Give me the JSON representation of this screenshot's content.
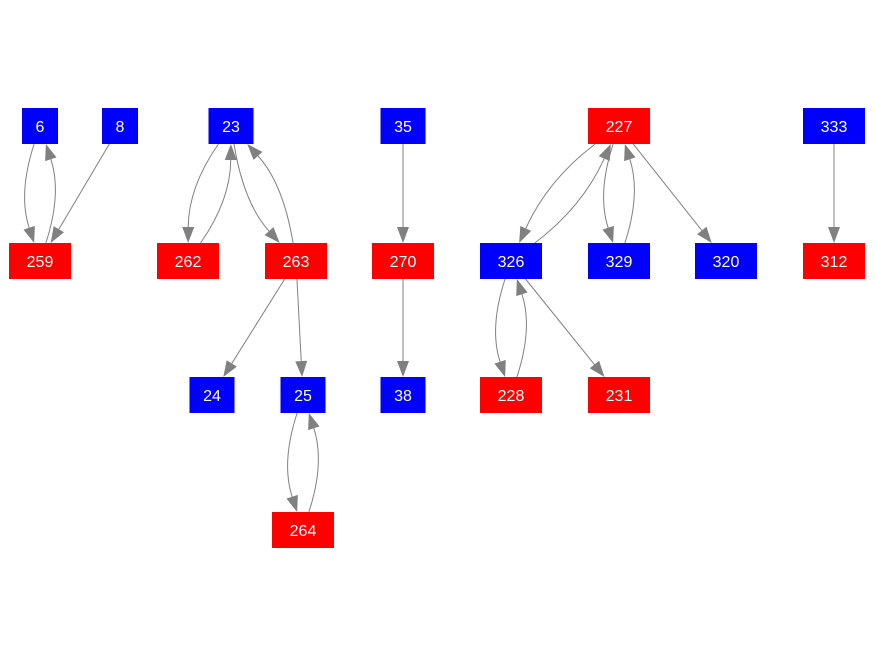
{
  "colors": {
    "blue": "#0000ff",
    "red": "#ff0000",
    "edge": "#808080",
    "text": "#ffffff"
  },
  "nodes": [
    {
      "label": "6",
      "color": "blue"
    },
    {
      "label": "8",
      "color": "blue"
    },
    {
      "label": "23",
      "color": "blue"
    },
    {
      "label": "35",
      "color": "blue"
    },
    {
      "label": "227",
      "color": "red"
    },
    {
      "label": "333",
      "color": "blue"
    },
    {
      "label": "259",
      "color": "red"
    },
    {
      "label": "262",
      "color": "red"
    },
    {
      "label": "263",
      "color": "red"
    },
    {
      "label": "270",
      "color": "red"
    },
    {
      "label": "326",
      "color": "blue"
    },
    {
      "label": "329",
      "color": "blue"
    },
    {
      "label": "320",
      "color": "blue"
    },
    {
      "label": "312",
      "color": "red"
    },
    {
      "label": "24",
      "color": "blue"
    },
    {
      "label": "25",
      "color": "blue"
    },
    {
      "label": "38",
      "color": "blue"
    },
    {
      "label": "228",
      "color": "red"
    },
    {
      "label": "231",
      "color": "red"
    },
    {
      "label": "264",
      "color": "red"
    }
  ],
  "edges": [
    {
      "from": "6",
      "to": "259"
    },
    {
      "from": "259",
      "to": "6"
    },
    {
      "from": "8",
      "to": "259"
    },
    {
      "from": "23",
      "to": "262"
    },
    {
      "from": "262",
      "to": "23"
    },
    {
      "from": "23",
      "to": "263"
    },
    {
      "from": "263",
      "to": "23"
    },
    {
      "from": "263",
      "to": "24"
    },
    {
      "from": "263",
      "to": "25"
    },
    {
      "from": "25",
      "to": "264"
    },
    {
      "from": "264",
      "to": "25"
    },
    {
      "from": "35",
      "to": "270"
    },
    {
      "from": "270",
      "to": "38"
    },
    {
      "from": "227",
      "to": "326"
    },
    {
      "from": "326",
      "to": "227"
    },
    {
      "from": "227",
      "to": "329"
    },
    {
      "from": "329",
      "to": "227"
    },
    {
      "from": "227",
      "to": "320"
    },
    {
      "from": "326",
      "to": "228"
    },
    {
      "from": "228",
      "to": "326"
    },
    {
      "from": "326",
      "to": "231"
    },
    {
      "from": "333",
      "to": "312"
    }
  ]
}
